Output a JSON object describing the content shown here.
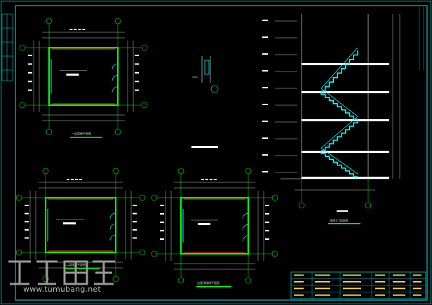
{
  "drawing": {
    "background": "#000000",
    "frame_color": "#00c8c8",
    "wall_color": "#00ff00",
    "stair_color": "#00ffff",
    "dim_color": "#ffffff",
    "axis_color": "#00ff00",
    "accent_red": "#ff2a2a"
  },
  "captions": {
    "plan_1": "一层楼梯平面图",
    "plan_2": "二层楼梯平面图",
    "plan_3": "出屋顶楼梯平面图",
    "section": "楼梯1-1剖面图"
  },
  "watermark": {
    "logo_text": "土木工程",
    "url": "www.tumubang.net"
  },
  "title_block": {
    "rows": [
      [
        "",
        "",
        "",
        "",
        "",
        ""
      ],
      [
        "",
        "",
        "",
        "",
        "",
        ""
      ],
      [
        "",
        "",
        "",
        "",
        "",
        ""
      ],
      [
        "",
        "",
        "",
        "",
        "",
        ""
      ]
    ]
  }
}
